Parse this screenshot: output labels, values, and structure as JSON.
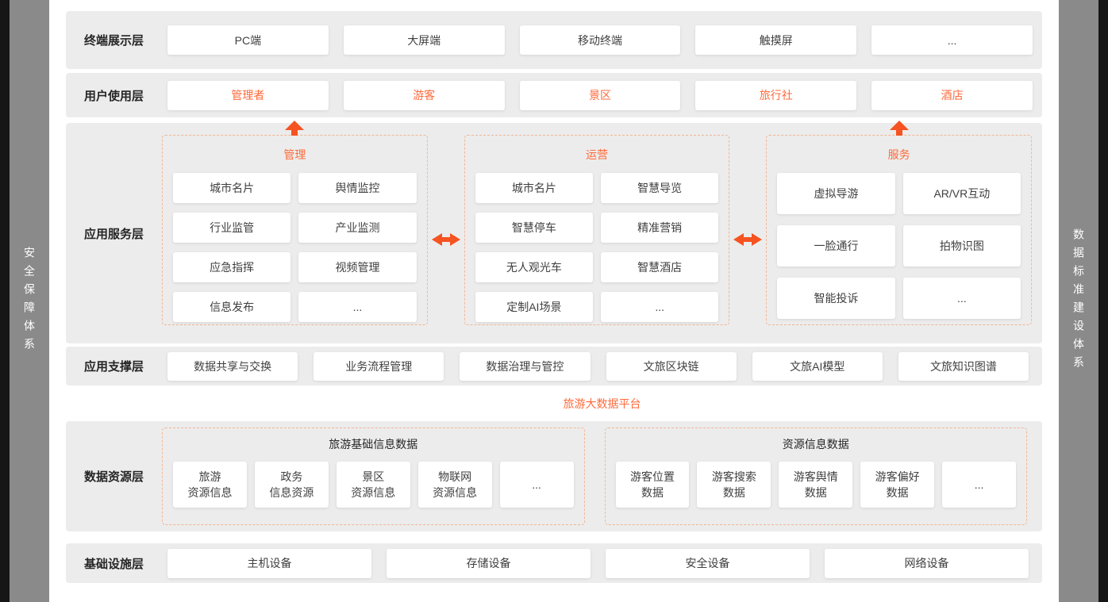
{
  "colors": {
    "accent_arrow": "#f55321",
    "accent_text": "#fe6a3b",
    "dashed_border": "#f1b793",
    "layer_background": "#ececec",
    "sidebar_gray": "#8a8a8a",
    "edge_black": "#161616"
  },
  "sidebars": {
    "left_label": "安全保障体系",
    "right_label": "数据标准建设体系"
  },
  "layers": {
    "terminal": {
      "label": "终端展示层",
      "cards": [
        "PC端",
        "大屏端",
        "移动终端",
        "触摸屏",
        "..."
      ]
    },
    "users": {
      "label": "用户使用层",
      "cards": [
        "管理者",
        "游客",
        "景区",
        "旅行社",
        "酒店"
      ]
    },
    "app_service": {
      "label": "应用服务层",
      "groups": [
        {
          "title": "管理",
          "cards": [
            "城市名片",
            "舆情监控",
            "行业监管",
            "产业监测",
            "应急指挥",
            "视频管理",
            "信息发布",
            "..."
          ]
        },
        {
          "title": "运营",
          "cards": [
            "城市名片",
            "智慧导览",
            "智慧停车",
            "精准营销",
            "无人观光车",
            "智慧酒店",
            "定制AI场景",
            "..."
          ]
        },
        {
          "title": "服务",
          "cards": [
            "虚拟导游",
            "AR/VR互动",
            "一脸通行",
            "拍物识图",
            "智能投诉",
            "..."
          ]
        }
      ]
    },
    "app_support": {
      "label": "应用支撑层",
      "cards": [
        "数据共享与交换",
        "业务流程管理",
        "数据治理与管控",
        "文旅区块链",
        "文旅AI模型",
        "文旅知识图谱"
      ]
    },
    "platform": {
      "label": "旅游大数据平台"
    },
    "data_resource": {
      "label": "数据资源层",
      "groups": [
        {
          "title": "旅游基础信息数据",
          "cards": [
            [
              "旅游",
              "资源信息"
            ],
            [
              "政务",
              "信息资源"
            ],
            [
              "景区",
              "资源信息"
            ],
            [
              "物联网",
              "资源信息"
            ],
            [
              "..."
            ]
          ]
        },
        {
          "title": "资源信息数据",
          "cards": [
            [
              "游客位置",
              "数据"
            ],
            [
              "游客搜索",
              "数据"
            ],
            [
              "游客舆情",
              "数据"
            ],
            [
              "游客偏好",
              "数据"
            ],
            [
              "..."
            ]
          ]
        }
      ]
    },
    "infrastructure": {
      "label": "基础设施层",
      "cards": [
        "主机设备",
        "存储设备",
        "安全设备",
        "网络设备"
      ]
    }
  }
}
